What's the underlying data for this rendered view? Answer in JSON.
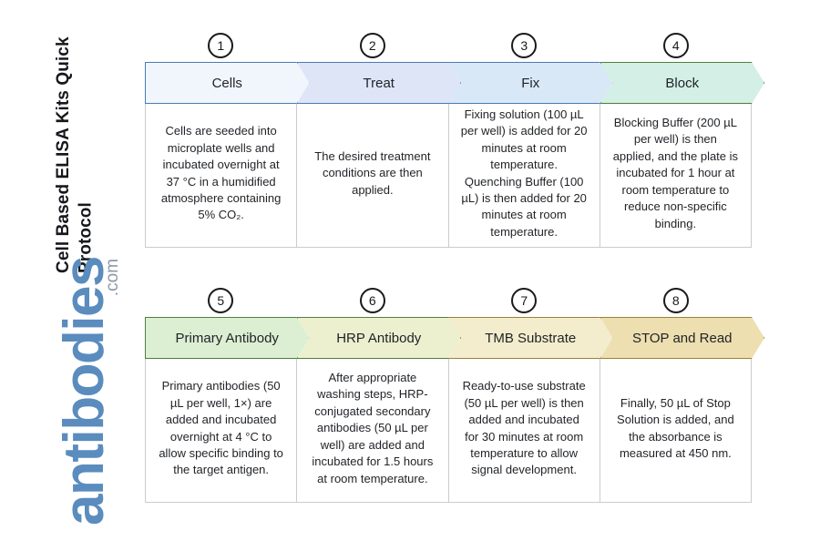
{
  "title": "Cell Based ELISA Kits Quick Protocol",
  "logo": {
    "word": "antibodies",
    "suffix": ".com"
  },
  "colors": {
    "step1": "#f1f6fd",
    "step2": "#dde5f7",
    "step3": "#d9e8f7",
    "step4": "#d3efe6",
    "step5": "#dcefd3",
    "step6": "#edf0cf",
    "step7": "#f4edcd",
    "step8": "#eddfaf",
    "stroke_blue": "#4a7ab5",
    "stroke_green": "#4e7f3e",
    "stroke_tan": "#99813c",
    "card_border": "#c8ccd0",
    "logo_blue": "#5a8cbe",
    "logo_gray": "#8d99a6"
  },
  "rows": [
    {
      "steps": [
        {
          "number": "1",
          "label": "Cells",
          "fill": "#f1f6fd",
          "stroke": "#4a7ab5",
          "body": "Cells are seeded into microplate wells and incubated overnight at 37 °C in a humidified atmosphere containing 5% CO₂."
        },
        {
          "number": "2",
          "label": "Treat",
          "fill": "#dde5f7",
          "stroke": "#4a7ab5",
          "body": "The desired treatment conditions are then applied."
        },
        {
          "number": "3",
          "label": "Fix",
          "fill": "#d9e8f7",
          "stroke": "#4a7ab5",
          "body": "Fixing solution (100 µL per well) is added for 20 minutes at room temperature. Quenching Buffer (100 µL) is then added for 20 minutes at room temperature."
        },
        {
          "number": "4",
          "label": "Block",
          "fill": "#d3efe6",
          "stroke": "#4e7f3e",
          "body": "Blocking Buffer (200 µL per well) is then applied, and the plate is incubated for 1 hour at room temperature to reduce non-specific binding."
        }
      ]
    },
    {
      "steps": [
        {
          "number": "5",
          "label": "Primary Antibody",
          "fill": "#dcefd3",
          "stroke": "#4e7f3e",
          "body": "Primary antibodies (50 µL per well, 1×) are added and incubated overnight at 4 °C to allow specific binding to the target antigen."
        },
        {
          "number": "6",
          "label": "HRP Antibody",
          "fill": "#edf0cf",
          "stroke": "#4e7f3e",
          "body": "After appropriate washing steps, HRP-conjugated secondary antibodies (50 µL per well) are added and incubated for 1.5 hours at room temperature."
        },
        {
          "number": "7",
          "label": "TMB Substrate",
          "fill": "#f4edcd",
          "stroke": "#99813c",
          "body": "Ready-to-use substrate (50 µL per well) is then added and incubated for 30 minutes at room temperature to allow signal development."
        },
        {
          "number": "8",
          "label": "STOP and Read",
          "fill": "#eddfaf",
          "stroke": "#99813c",
          "body": "Finally, 50 µL of Stop Solution is added, and the absorbance is measured at 450 nm."
        }
      ]
    }
  ]
}
